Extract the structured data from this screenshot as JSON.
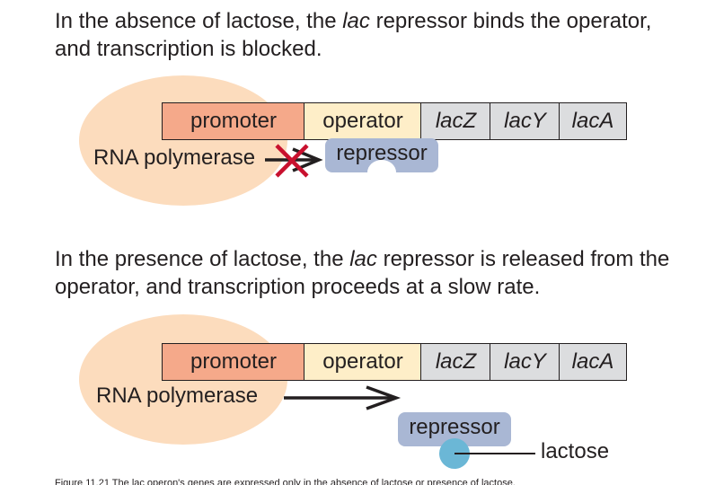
{
  "top": {
    "caption_part1": "In the absence of lactose, the ",
    "caption_italic": "lac",
    "caption_part2": " repressor binds the operator, and transcription is blocked.",
    "rna_polymerase": "RNA polymerase",
    "repressor": "repressor"
  },
  "bottom": {
    "caption_part1": "In the presence of lactose, the ",
    "caption_italic": "lac",
    "caption_part2": " repressor is released from the operator, and transcription proceeds at a slow rate.",
    "rna_polymerase": "RNA polymerase",
    "repressor": "repressor",
    "lactose": "lactose"
  },
  "genes": {
    "promoter": "promoter",
    "operator": "operator",
    "lacZ": "lacZ",
    "lacY": "lacY",
    "lacA": "lacA"
  },
  "colors": {
    "promoter": "#f5a98a",
    "operator": "#feeec8",
    "lac_genes": "#dcdddf",
    "polymerase": "#fcdcbd",
    "repressor": "#a9b7d4",
    "lactose": "#6bb7d6",
    "block_mark": "#c8102e"
  },
  "footer_text": "Figure 11.21 The lac operon's genes are expressed only in the absence of lactose or presence of lactose."
}
